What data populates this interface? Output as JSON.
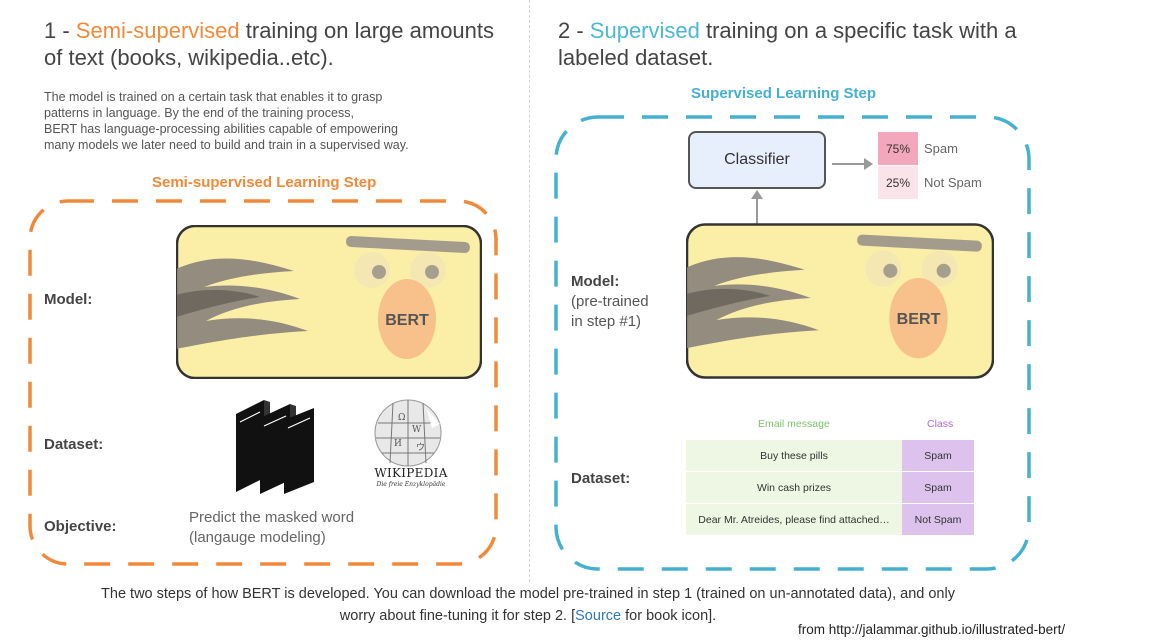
{
  "left": {
    "heading_number": "1 - ",
    "heading_accent": "Semi-supervised",
    "heading_rest_1": " training on large amounts",
    "heading_line2": "of text (books, wikipedia..etc).",
    "description": [
      "The model is trained on a certain task that enables it to grasp",
      "patterns in language. By the end of the training process,",
      "BERT has language-processing abilities capable of empowering",
      "many models we later need to build and train in a supervised way."
    ],
    "step_title": "Semi-supervised Learning Step",
    "model_label": "Model:",
    "bert_label": "BERT",
    "dataset_label": "Dataset:",
    "wikipedia_wordmark": "WIKIPEDIA",
    "wikipedia_tagline": "Die freie Enzyklopädie",
    "objective_label": "Objective:",
    "objective_line1": "Predict the masked word",
    "objective_line2": "(langauge modeling)"
  },
  "right": {
    "heading_number": "2 - ",
    "heading_accent": "Supervised",
    "heading_rest_1": " training on a specific task with a",
    "heading_line2": "labeled dataset.",
    "step_title": "Supervised Learning Step",
    "classifier_label": "Classifier",
    "outputs": [
      {
        "percent": "75%",
        "label": "Spam",
        "color": "#f2a7bd"
      },
      {
        "percent": "25%",
        "label": "Not Spam",
        "color": "#fbe3ea"
      }
    ],
    "model_label": "Model:",
    "model_sub1": "(pre-trained",
    "model_sub2": "in step #1)",
    "bert_label": "BERT",
    "dataset_label": "Dataset:",
    "table": {
      "header_message": "Email message",
      "header_class": "Class",
      "rows": [
        {
          "message": "Buy these pills",
          "class": "Spam"
        },
        {
          "message": "Win cash prizes",
          "class": "Spam"
        },
        {
          "message": "Dear Mr. Atreides, please find attached…",
          "class": "Not Spam"
        }
      ]
    }
  },
  "caption": {
    "line1": "The two steps of how BERT is developed. You can download the model pre-trained in step 1 (trained on un-annotated data), and only",
    "line2_pre": "worry about fine-tuning it for step 2. [",
    "line2_link": "Source",
    "line2_post": " for book icon]."
  },
  "credit": "from http://jalammar.github.io/illustrated-bert/",
  "colors": {
    "orange": "#f08a3a",
    "blue": "#45b1cf",
    "bert_face": "#fbefa8",
    "bert_nose": "#f8c08a",
    "email_header": "#7cc36a",
    "class_header": "#b36ad6"
  }
}
